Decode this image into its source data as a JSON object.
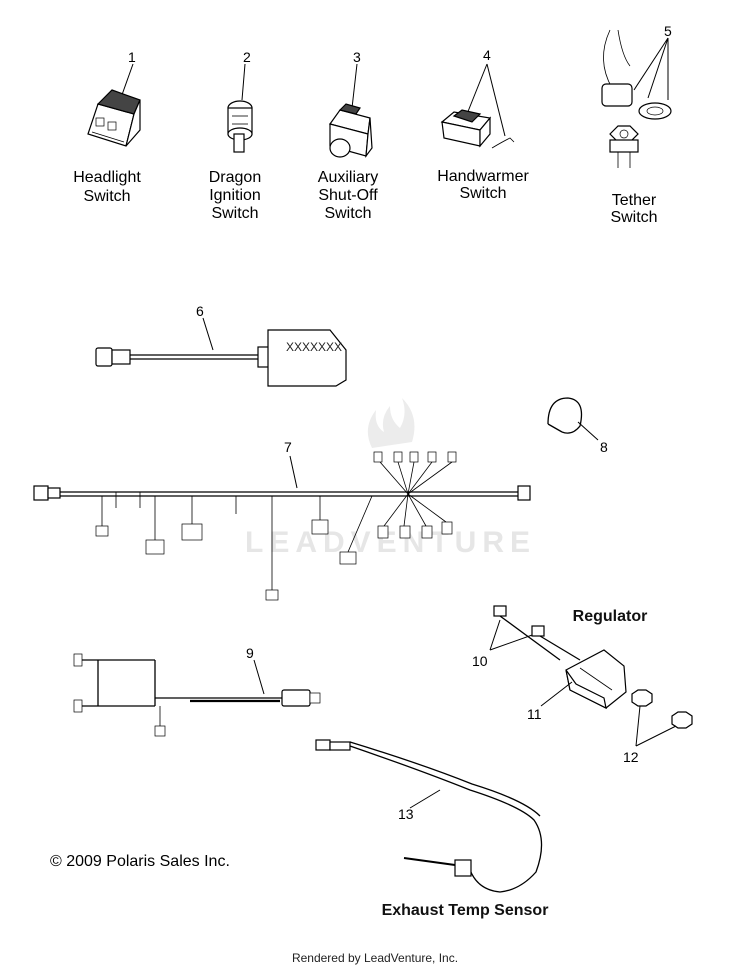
{
  "callouts": [
    "1",
    "2",
    "3",
    "4",
    "5",
    "6",
    "7",
    "8",
    "9",
    "10",
    "11",
    "12",
    "13"
  ],
  "labels": {
    "headlight": [
      "Headlight",
      "Switch"
    ],
    "dragon": [
      "Dragon",
      "Ignition",
      "Switch"
    ],
    "auxiliary": [
      "Auxiliary",
      "Shut-Off",
      "Switch"
    ],
    "handwarmer": [
      "Handwarmer",
      "Switch"
    ],
    "tether": [
      "Tether",
      "Switch"
    ],
    "regulator": "Regulator",
    "exhaust": "Exhaust Temp Sensor"
  },
  "module_text": "XXXXXXX",
  "watermark": "LEADVENTURE",
  "copyright": "© 2009 Polaris Sales Inc.",
  "footer": "Rendered by LeadVenture, Inc."
}
